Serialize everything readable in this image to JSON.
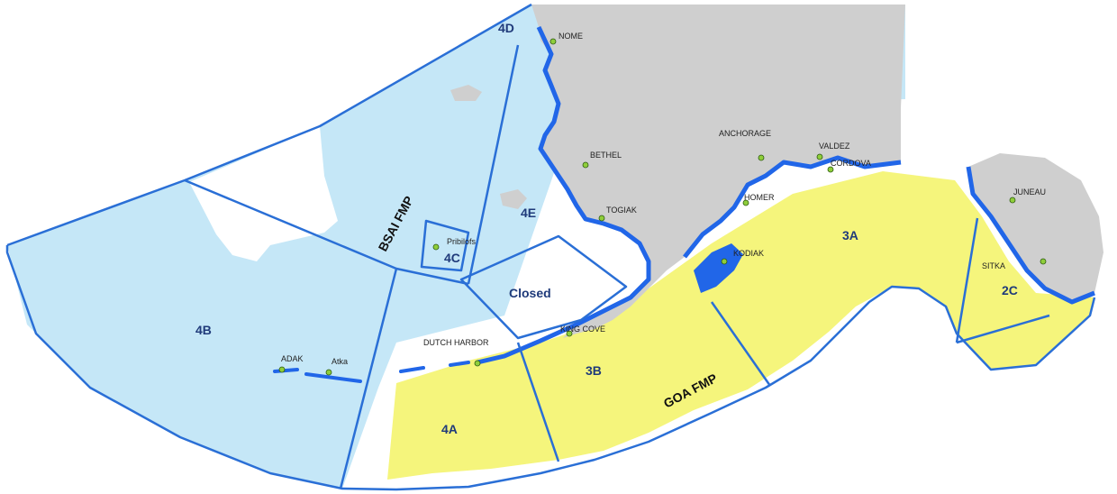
{
  "map": {
    "colors": {
      "water": "#c5e7f7",
      "fmp_goa": "#f5f57c",
      "land": "#cfcfcf",
      "boundary": "#2a6fd6",
      "coast": "#2166e8",
      "outside": "#ffffff"
    },
    "fmp_labels": {
      "bsai": "BSAI FMP",
      "goa": "GOA FMP"
    },
    "zones": {
      "z4d": "4D",
      "z4e": "4E",
      "z4c": "4C",
      "z4b": "4B",
      "z4a": "4A",
      "z3b": "3B",
      "z3a": "3A",
      "z2c": "2C",
      "closed": "Closed"
    },
    "cities": {
      "nome": "NOME",
      "bethel": "BETHEL",
      "togiak": "TOGIAK",
      "pribilofs": "Pribilofs",
      "anchorage": "ANCHORAGE",
      "valdez": "VALDEZ",
      "cordova": "CORDOVA",
      "homer": "HOMER",
      "kodiak": "KODIAK",
      "king_cove": "KING COVE",
      "dutch_harbor": "DUTCH HARBOR",
      "adak": "ADAK",
      "atka": "Atka",
      "sitka": "SITKA",
      "juneau": "JUNEAU"
    }
  }
}
